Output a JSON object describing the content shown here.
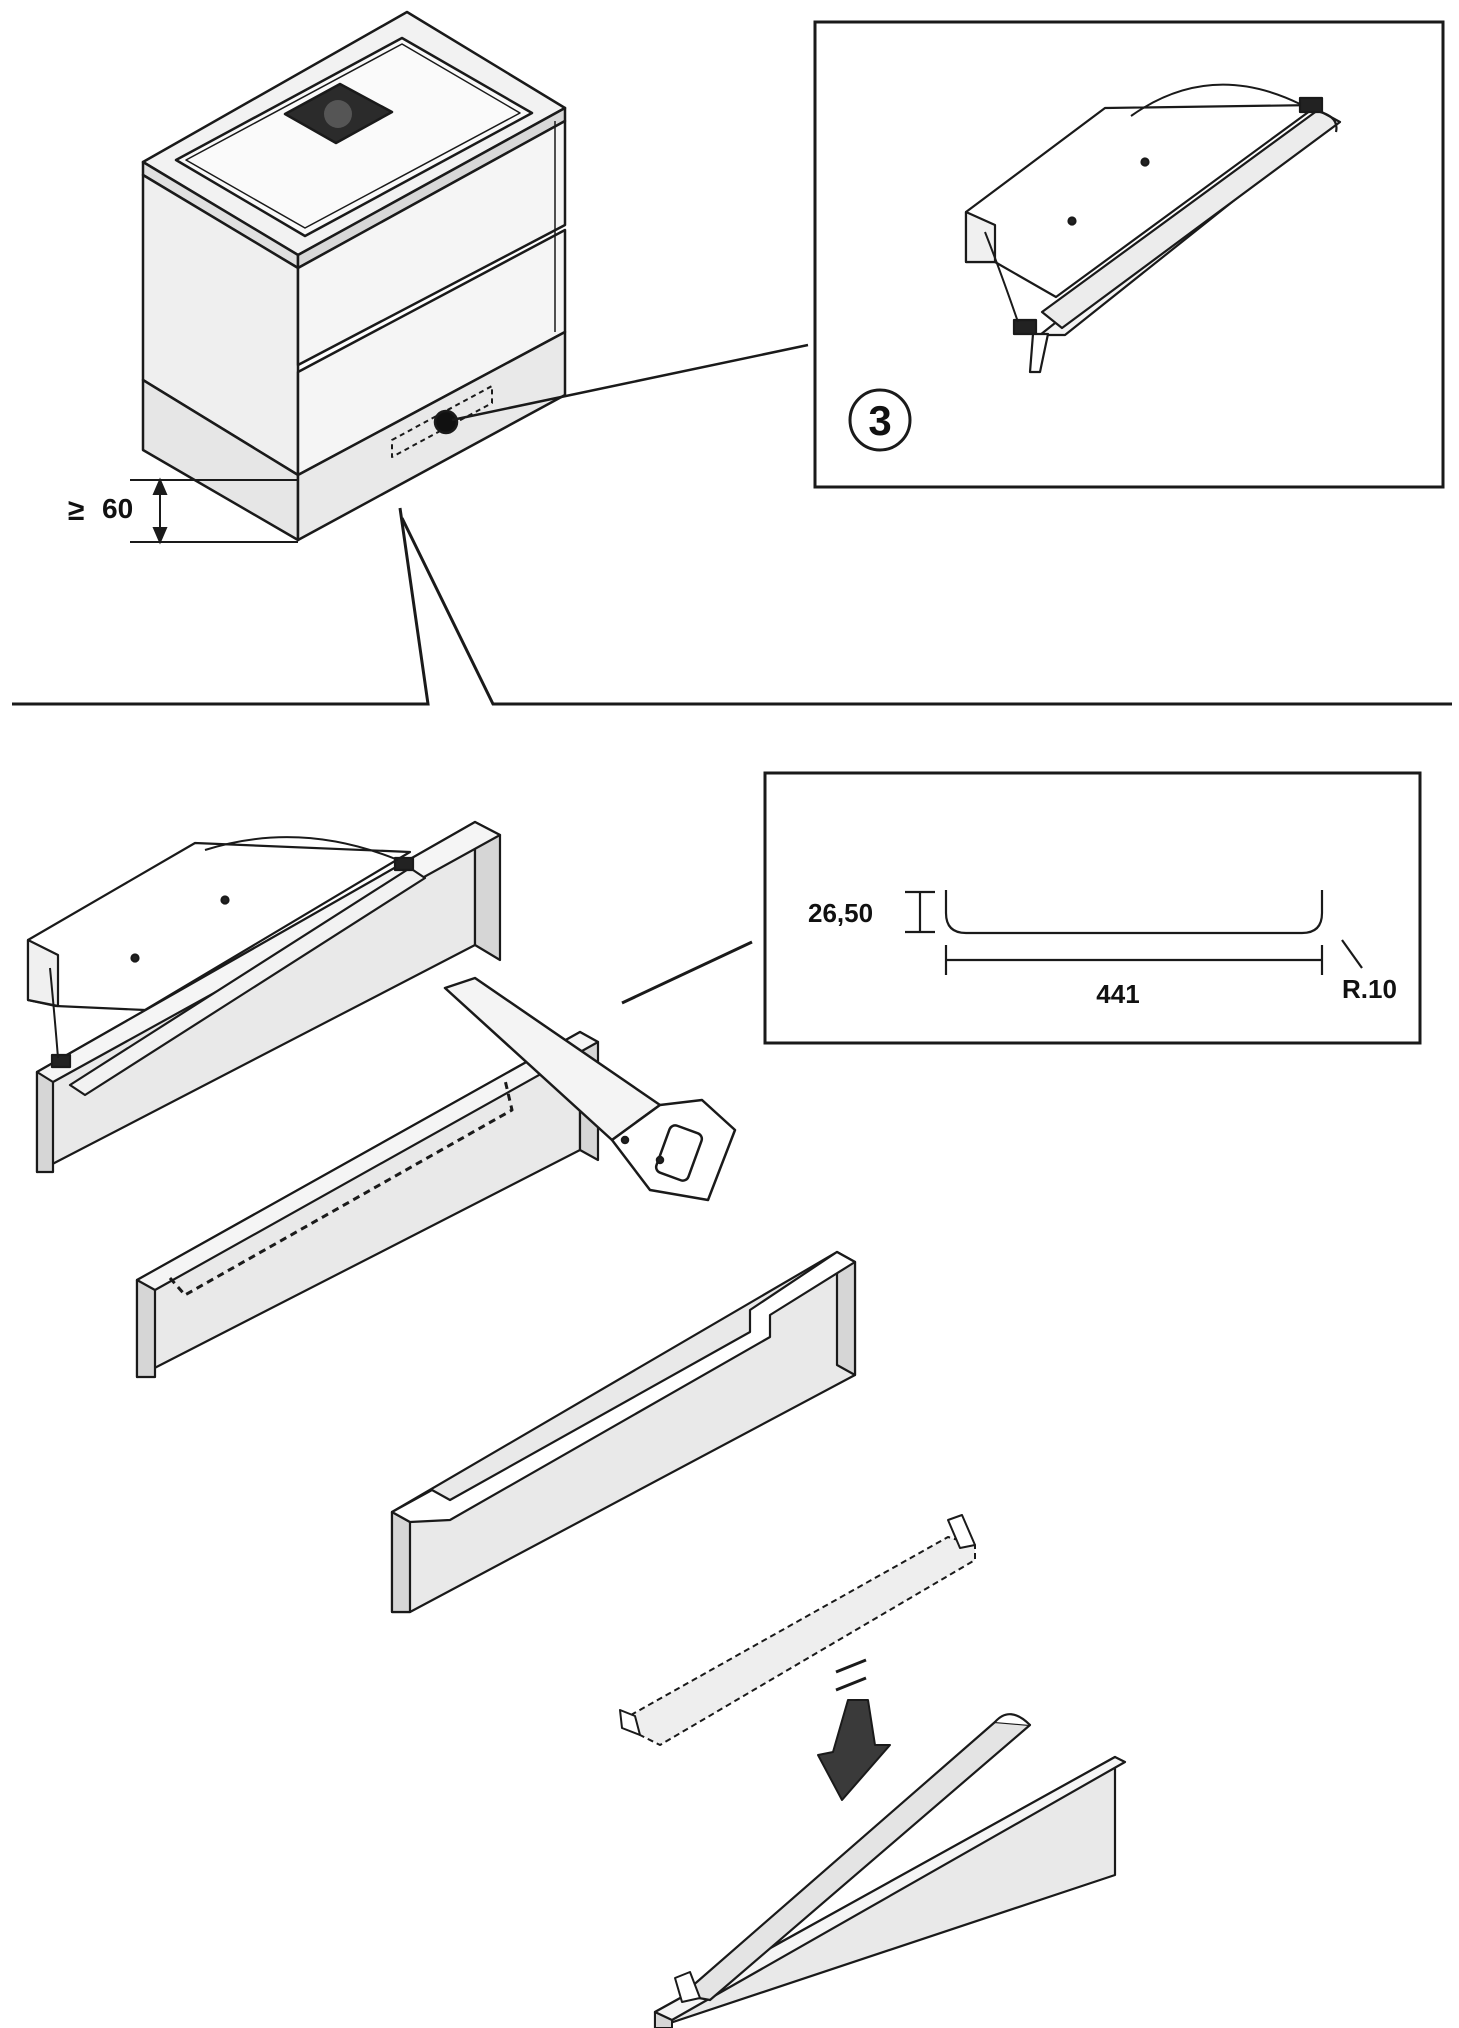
{
  "labels": {
    "plinth_min_height": "60",
    "plinth_min_symbol": "≥",
    "detail_step": "3",
    "cut_depth": "26,50",
    "cut_length": "441",
    "corner_radius": "R.10"
  },
  "colors": {
    "line": "#1a1a1a",
    "panel_fill": "#e9e9e9",
    "panel_shade": "#d6d6d6",
    "white": "#ffffff",
    "grille": "#2b2b2b"
  }
}
